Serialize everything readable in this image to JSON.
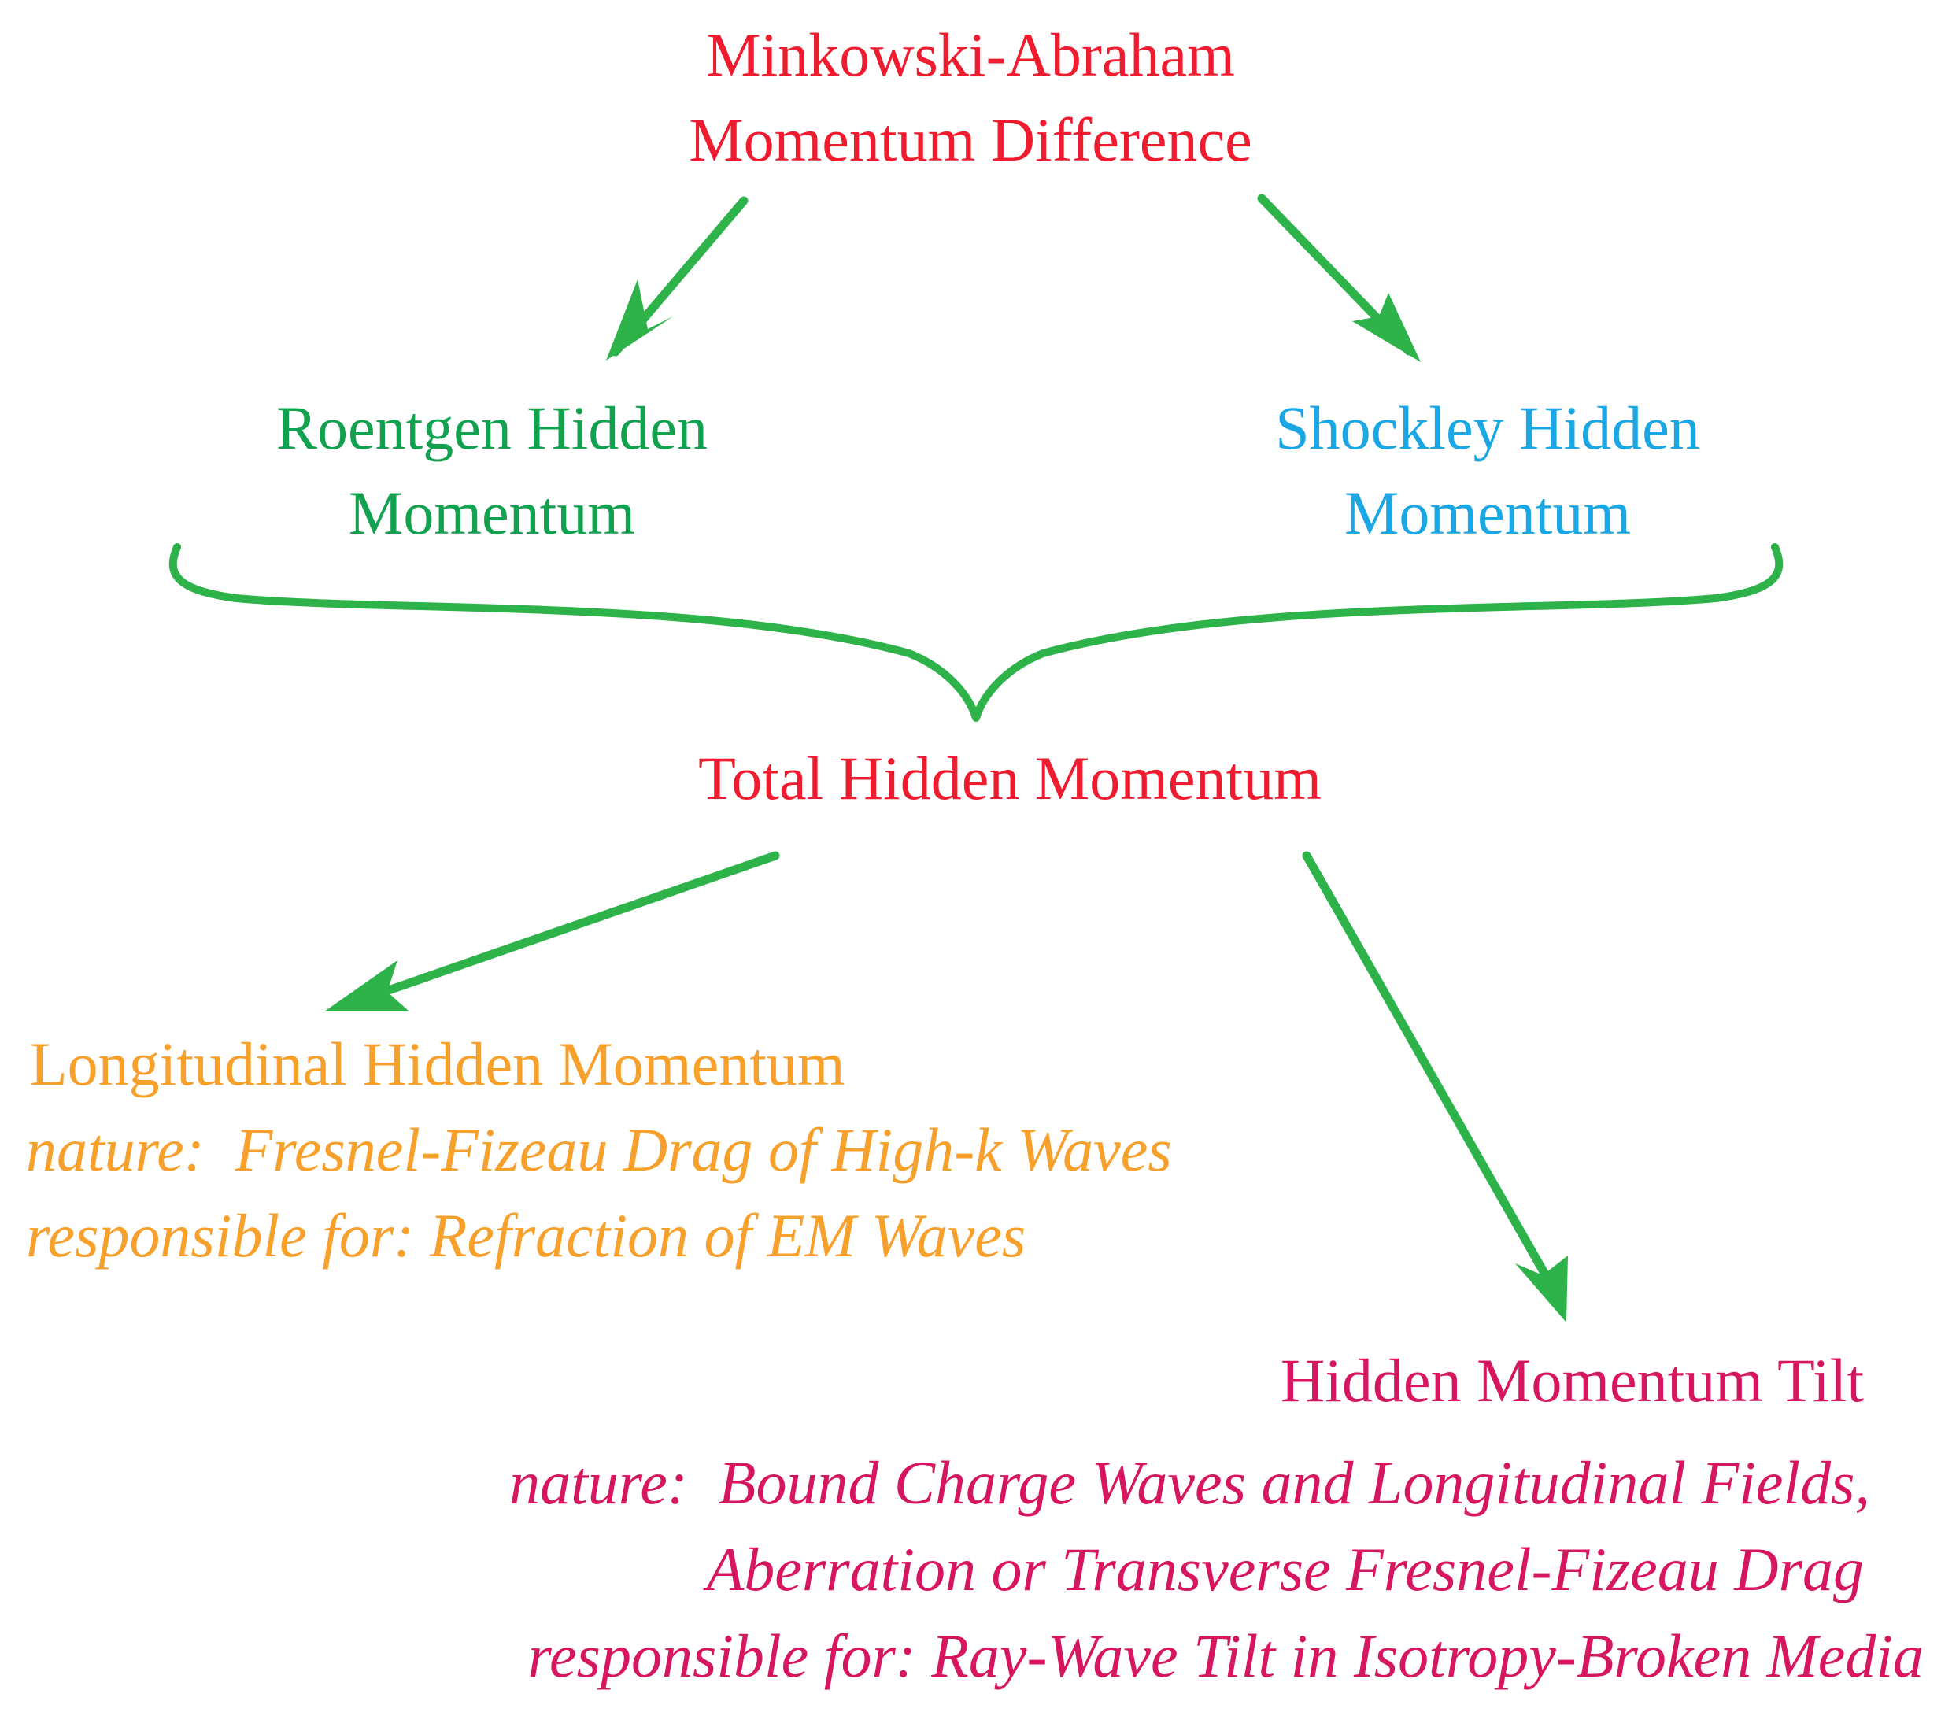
{
  "colors": {
    "red": "#ee1c2e",
    "green": "#12a14f",
    "blue": "#1aa7e3",
    "orange": "#f7a02c",
    "crimson": "#d6175f",
    "arrow": "#2db34a"
  },
  "top": {
    "line1": "Minkowski-Abraham",
    "line2": "Momentum Difference"
  },
  "left_node": {
    "line1": "Roentgen Hidden",
    "line2": "Momentum"
  },
  "right_node": {
    "line1": "Shockley Hidden",
    "line2": "Momentum"
  },
  "total": {
    "label": "Total Hidden Momentum"
  },
  "longitudinal": {
    "title": "Longitudinal Hidden Momentum",
    "nature": "nature:  Fresnel-Fizeau Drag of High-k Waves",
    "responsible": "responsible for: Refraction of EM Waves"
  },
  "tilt": {
    "title": "Hidden Momentum Tilt",
    "nature_line1": "nature:  Bound Charge Waves and Longitudinal Fields,",
    "nature_line2": "Aberration or Transverse Fresnel-Fizeau Drag",
    "responsible": "responsible for: Ray-Wave Tilt in Isotropy-Broken Media"
  }
}
